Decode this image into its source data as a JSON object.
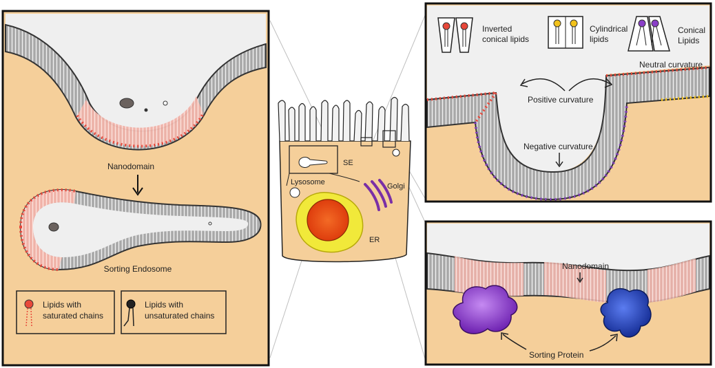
{
  "left_panel": {
    "nanodomain_label": "Nanodomain",
    "sorting_endosome_label": "Sorting Endosome",
    "legend": {
      "saturated_line1": "Lipids with",
      "saturated_line2": "saturated chains",
      "unsaturated_line1": "Lipids with",
      "unsaturated_line2": "unsaturated chains"
    }
  },
  "center_cell": {
    "se_label": "SE",
    "lysosome_label": "Lysosome",
    "golgi_label": "Golgi",
    "er_label": "ER"
  },
  "top_right_panel": {
    "inverted_line1": "Inverted",
    "inverted_line2": "conical lipids",
    "cylindrical_line1": "Cylindrical",
    "cylindrical_line2": "lipids",
    "conical_line1": "Conical",
    "conical_line2": "Lipids",
    "neutral_curvature": "Neutral curvature",
    "positive_curvature": "Positive curvature",
    "negative_curvature": "Negative curvature"
  },
  "bottom_right_panel": {
    "nanodomain_label": "Nanodomain",
    "sorting_protein_label": "Sorting Protein"
  },
  "colors": {
    "cytoplasm": "#f5cf9a",
    "membrane": "#8c8c8c",
    "saturated_head": "#e8483a",
    "unsaturated_head": "#222222",
    "cylindrical_head": "#f2c21b",
    "conical_head": "#8a3fc8",
    "nanodomain": "#f3b9b0",
    "nucleus": "#ee4a12",
    "er": "#f1e93a",
    "golgi": "#7a2fa6",
    "protein_purple": "#8f3fcf",
    "protein_blue": "#2a47c4"
  }
}
